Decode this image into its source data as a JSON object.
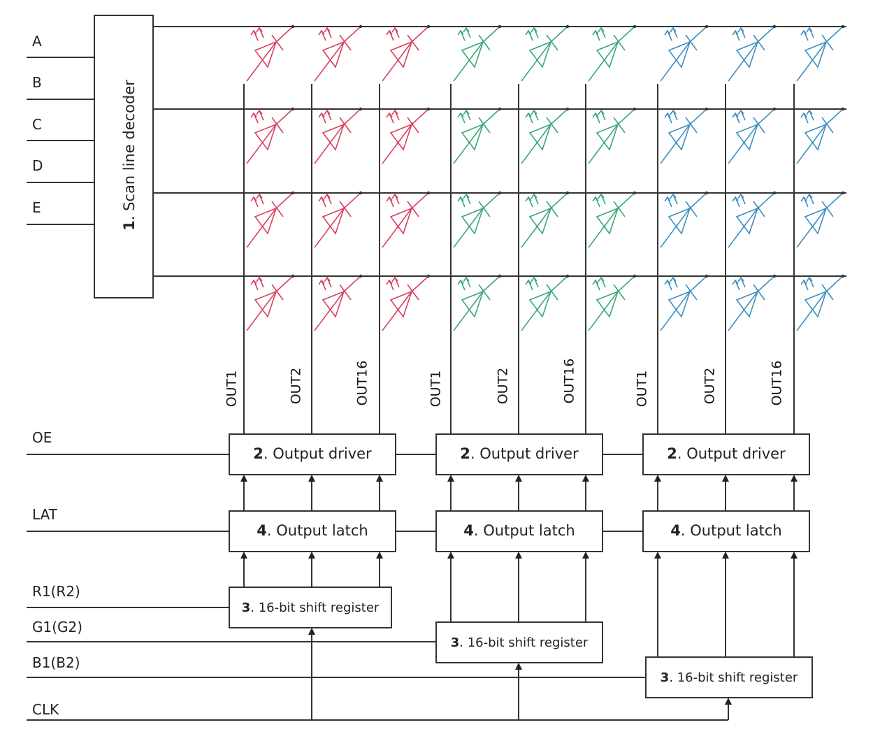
{
  "colors": {
    "red": "#d9415f",
    "green": "#3aa878",
    "blue": "#3f8fc0",
    "wire": "#333333"
  },
  "decoder": {
    "number": "1",
    "label": "Scan line decoder"
  },
  "address_inputs": [
    "A",
    "B",
    "C",
    "D",
    "E"
  ],
  "control_inputs": [
    "OE",
    "LAT",
    "R1(R2)",
    "G1(G2)",
    "B1(B2)",
    "CLK"
  ],
  "channel_colors": [
    "red",
    "green",
    "blue"
  ],
  "output_labels": [
    "OUT1",
    "OUT2",
    "OUT16"
  ],
  "output_driver": {
    "number": "2",
    "label": "Output driver"
  },
  "output_latch": {
    "number": "4",
    "label": "Output latch"
  },
  "shift_register": {
    "number": "3",
    "label": "16-bit shift register"
  },
  "rows": 4
}
